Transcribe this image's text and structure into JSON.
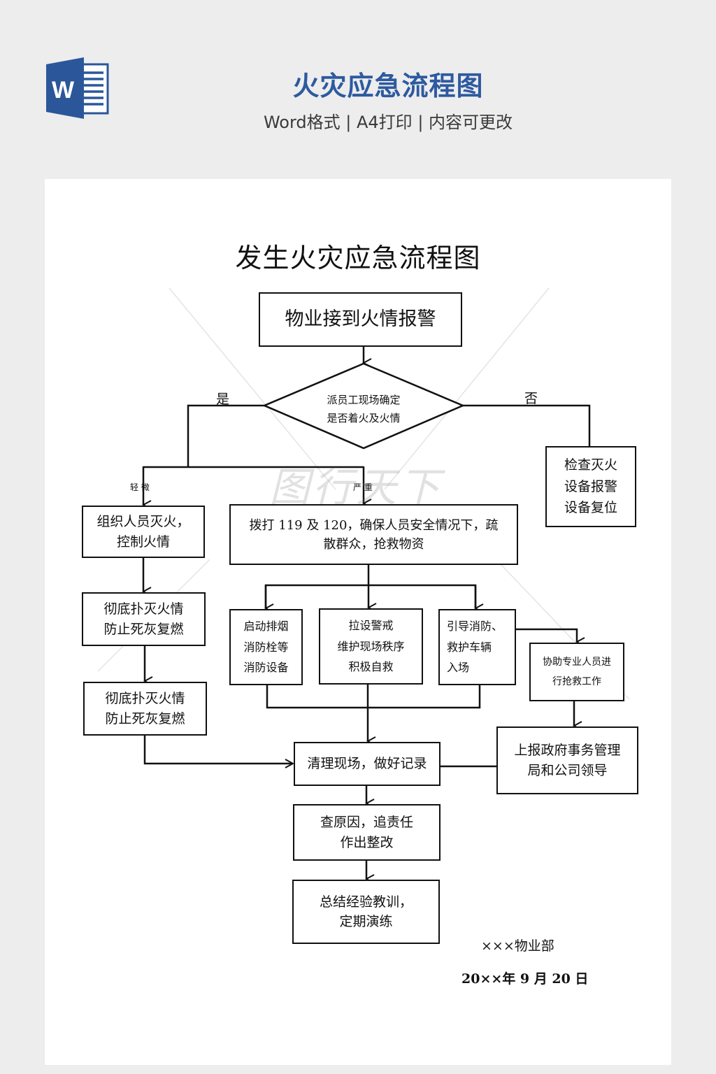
{
  "header": {
    "icon": "word-document-icon",
    "icon_letter": "W",
    "title": "火灾应急流程图",
    "subtitle": "Word格式 | A4打印 | 内容可更改",
    "title_color": "#2d5aa0",
    "icon_color": "#2b579a"
  },
  "document": {
    "title": "发生火灾应急流程图",
    "watermark": "图行天下",
    "flow": {
      "start": "物业接到火情报警",
      "decision": "派员工现场确定\n是否着火及火情",
      "yes_label": "是",
      "no_label": "否",
      "no_branch": "检查灭火\n设备报警\n设备复位",
      "minor_label": "轻 微",
      "severe_label": "严 重",
      "minor_steps": [
        "组织人员灭火，\n控制火情",
        "彻底扑灭火情\n防止死灰复燃",
        "彻底扑灭火情\n防止死灰复燃"
      ],
      "severe_step": "拨打 119 及 120，确保人员安全情况下，疏\n散群众，抢救物资",
      "parallel_steps": [
        "启动排烟\n消防栓等\n消防设备",
        "拉设警戒\n维护现场秩序\n积极自救",
        "引导消防、\n救护车辆\n入场"
      ],
      "assist_step": "协助专业人员进\n行抢救工作",
      "report_step": "上报政府事务管理\n局和公司领导",
      "clean_step": "清理现场，做好记录",
      "cause_step": "查原因，追责任\n作出整改",
      "summary_step": "总结经验教训，\n定期演练"
    },
    "signature": {
      "department": "×××物业部",
      "date": "20××年 9 月 20 日"
    }
  }
}
